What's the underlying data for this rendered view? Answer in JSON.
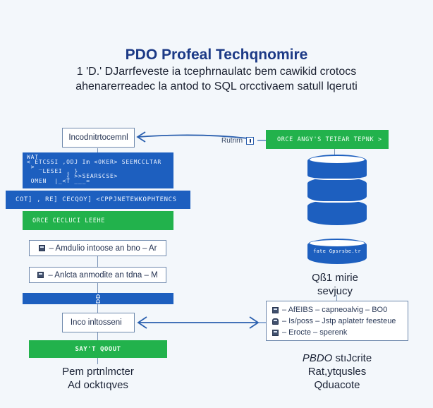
{
  "header": {
    "title": "PDO Profeal Techqnomire",
    "subtitle_line1": "1 'D.' DJarrfeveste ia tcephrnaulatc bem cawikid crotocs",
    "subtitle_line2": "ahenarerreadec la antod to SQL orcctivaem satull lqeruti"
  },
  "left_column": {
    "top_box": "Incodnitrtocemnl",
    "code_block": {
      "lines": [
        "WAT",
        "< ETCSSI ,ODJ Im <OKER> SEEMCCLTAR",
        " > _",
        "    LESEI , }",
        "          { >>SEARSCSE>",
        " OMEN  |_<T ___=",
        "<"
      ]
    },
    "wide_band": "COT] , RE] CECQOY] <CPPJNETEWKOPHTENCS",
    "green_band": "ORCE CECLUCI LEEHE",
    "list_box_1": {
      "icon": "save-icon",
      "label": "– Amdulio intoose an bno – Ar"
    },
    "list_box_2": {
      "icon": "save-icon",
      "label": "– Anlcta anmodite an tdna – M"
    },
    "blue_divider_icon": "user-stack-icon",
    "bottom_box": "Inco inltosseni  ",
    "green_button": "SAY'T QOOUT",
    "caption_line1": "Pem prtnlmcter",
    "caption_line2": "Ad ocktıqves"
  },
  "connector": {
    "label": "Rutrirn",
    "toggle_icon": "square-toggle-icon"
  },
  "right_column": {
    "green_banner": "ORCE ANGY'S TEIEAR TEPNK >",
    "database_icon": "database-icon",
    "small_cylinder_label": "fate Gpsrsbe.tr",
    "db_caption_line1": "Qß1 mirie",
    "db_caption_line2": "sevjucy",
    "list": [
      {
        "icon": "save-icon",
        "label": "– AfEIBS – capneoalvig – BO0"
      },
      {
        "icon": "lock-icon",
        "label": "– Is/poss – Jstp aplatetr feesteue"
      },
      {
        "icon": "save-icon",
        "label": "– Erocte – sperenk"
      }
    ],
    "caption_line1_italic": "PBDO",
    "caption_line1_rest": " stıJcrite",
    "caption_line2": "Rat,ytqusles",
    "caption_line3": "Qduacote"
  },
  "colors": {
    "primary_blue": "#1d5fbf",
    "green": "#22b24c",
    "title_blue": "#1c3a86",
    "border": "#6f89ad",
    "background": "#f3f7fb"
  }
}
